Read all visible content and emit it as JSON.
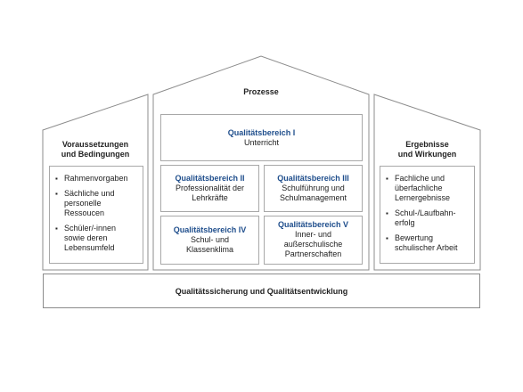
{
  "left_pillar": {
    "title_line1": "Voraussetzungen",
    "title_line2": "und Bedingungen",
    "items": [
      {
        "line1": "Rahmenvorgaben",
        "line2": "",
        "line3": ""
      },
      {
        "line1": "Sächliche und",
        "line2": "personelle",
        "line3": "Ressoucen"
      },
      {
        "line1": "Schüler/-innen",
        "line2": "sowie deren",
        "line3": "Lebensumfeld"
      }
    ]
  },
  "center": {
    "title": "Prozesse",
    "areas": [
      {
        "head": "Qualitätsbereich I",
        "line1": "Unterricht",
        "line2": ""
      },
      {
        "head": "Qualitätsbereich II",
        "line1": "Professionalität der",
        "line2": "Lehrkräfte"
      },
      {
        "head": "Qualitätsbereich III",
        "line1": "Schulführung und",
        "line2": "Schulmanagement"
      },
      {
        "head": "Qualitätsbereich IV",
        "line1": "Schul- und",
        "line2": "Klassenklima"
      },
      {
        "head": "Qualitätsbereich V",
        "line1": "Inner- und",
        "line2": "außerschulische",
        "line3": "Partnerschaften"
      }
    ]
  },
  "right_pillar": {
    "title_line1": "Ergebnisse",
    "title_line2": "und Wirkungen",
    "items": [
      {
        "line1": "Fachliche und",
        "line2": "überfachliche",
        "line3": "Lernergebnisse"
      },
      {
        "line1": "Schul-/Laufbahn-",
        "line2": "erfolg",
        "line3": ""
      },
      {
        "line1": "Bewertung",
        "line2": "schulischer Arbeit",
        "line3": ""
      }
    ]
  },
  "foundation": {
    "label": "Qualitätssicherung und Qualitätsentwicklung"
  },
  "colors": {
    "accent": "#1f4e8c",
    "border": "#8c8c8c"
  },
  "bullet_symbol": "▪"
}
